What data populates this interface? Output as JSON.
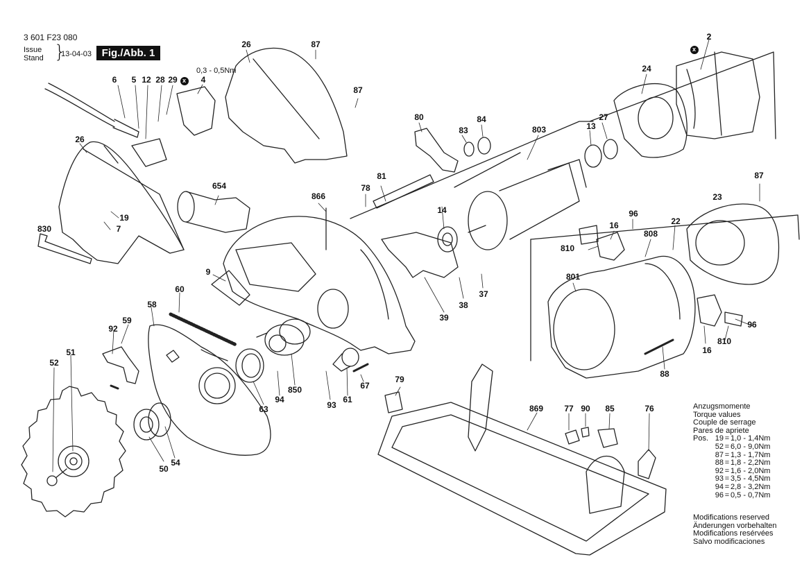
{
  "header": {
    "doc_number": "3 601 F23 080",
    "issue_label": "Issue",
    "stand_label": "Stand",
    "brace": "}",
    "date": "13-04-03",
    "figure_label": "Fig./Abb. 1"
  },
  "torque_note": "0,3 - 0,5Nm",
  "x_marker": "x",
  "part_labels": [
    "2",
    "4",
    "5",
    "6",
    "7",
    "9",
    "12",
    "13",
    "14",
    "16",
    "16",
    "19",
    "22",
    "23",
    "24",
    "26",
    "26",
    "27",
    "28",
    "29",
    "37",
    "38",
    "39",
    "50",
    "51",
    "52",
    "54",
    "58",
    "59",
    "60",
    "61",
    "63",
    "67",
    "76",
    "77",
    "78",
    "79",
    "80",
    "81",
    "83",
    "84",
    "85",
    "87",
    "87",
    "87",
    "88",
    "90",
    "92",
    "93",
    "94",
    "96",
    "96",
    "654",
    "801",
    "803",
    "808",
    "810",
    "810",
    "830",
    "850",
    "866",
    "869"
  ],
  "torque_table": {
    "headings": [
      "Anzugsmomente",
      "Torque values",
      "Couple de serrage",
      "Pares de apriete"
    ],
    "rows": [
      {
        "pos": "Pos.",
        "num": "19",
        "eq": "=",
        "val": "1,0 - 1,4Nm"
      },
      {
        "pos": "",
        "num": "52",
        "eq": "=",
        "val": "6,0 - 9,0Nm"
      },
      {
        "pos": "",
        "num": "87",
        "eq": "=",
        "val": "1,3 - 1,7Nm"
      },
      {
        "pos": "",
        "num": "88",
        "eq": "=",
        "val": "1,8 - 2,2Nm"
      },
      {
        "pos": "",
        "num": "92",
        "eq": "=",
        "val": "1,6 - 2,0Nm"
      },
      {
        "pos": "",
        "num": "93",
        "eq": "=",
        "val": "3,5 - 4,5Nm"
      },
      {
        "pos": "",
        "num": "94",
        "eq": "=",
        "val": "2,8 - 3,2Nm"
      },
      {
        "pos": "",
        "num": "96",
        "eq": "=",
        "val": "0,5 - 0,7Nm"
      }
    ]
  },
  "modifications": [
    "Modifications reserved",
    "Änderungen vorbehalten",
    "Modifications resérvées",
    "Salvo modificaciones"
  ]
}
